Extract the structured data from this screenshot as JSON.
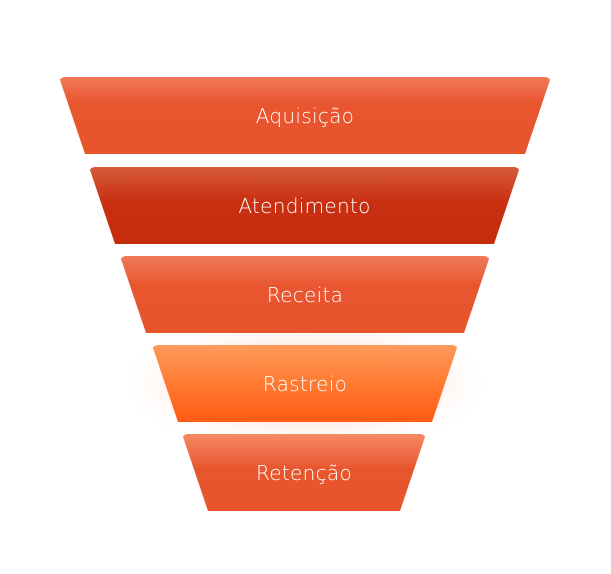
{
  "funnel": {
    "stages": [
      {
        "label": "Aquisição",
        "color": "#e8542c"
      },
      {
        "label": "Atendimento",
        "color": "#c52c0a"
      },
      {
        "label": "Receita",
        "color": "#e8542c"
      },
      {
        "label": "Rastreio",
        "color": "#ff7a30"
      },
      {
        "label": "Retenção",
        "color": "#e8542c"
      }
    ]
  }
}
